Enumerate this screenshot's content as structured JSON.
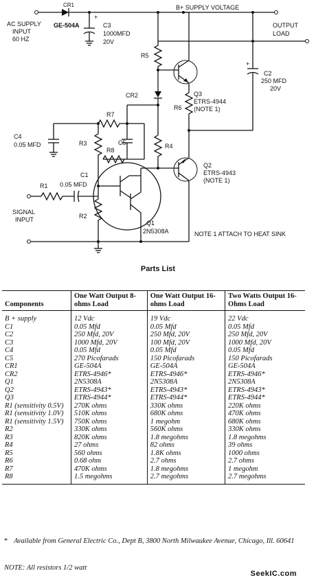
{
  "schematic": {
    "labels": {
      "ac_supply": [
        "AC SUPPLY",
        "INPUT",
        "60 HZ"
      ],
      "cr1": "CR1",
      "cr1_part": "GE-504A",
      "plus": "+",
      "c3": [
        "C3",
        "1000MFD",
        "20V"
      ],
      "b_supply": "B+ SUPPLY VOLTAGE",
      "output_load": [
        "OUTPUT",
        "LOAD"
      ],
      "r5": "R5",
      "c2": [
        "C2",
        "250 MFD",
        "20V"
      ],
      "cr2": "CR2",
      "q3": [
        "Q3",
        "ETRS-4944",
        "(NOTE 1)"
      ],
      "r6": "R6",
      "r7": "R7",
      "c4": [
        "C4",
        "0.05 MFD"
      ],
      "r3": "R3",
      "c5": "C5",
      "r8": "R8",
      "r4": "R4",
      "q2": [
        "Q2",
        "ETRS-4943",
        "(NOTE 1)"
      ],
      "c1": [
        "C1",
        "0.05 MFD"
      ],
      "r1": "R1",
      "signal_input": [
        "SIGNAL",
        "INPUT"
      ],
      "r2": "R2",
      "q1": [
        "Q1",
        "2N5308A"
      ],
      "note1": "NOTE 1 ATTACH TO HEAT SINK"
    }
  },
  "parts_list": {
    "title": "Parts List",
    "headers": [
      "Components",
      "One Watt Output 8-ohms Load",
      "One Watt Output 16-ohms Load",
      "Two Watts Output 16-Ohms Load"
    ],
    "rows": [
      [
        "B + supply",
        "12 Vdc",
        "19 Vdc",
        "22 Vdc"
      ],
      [
        "C1",
        "0.05 Mfd",
        "0.05 Mfd",
        "0.05 Mfd"
      ],
      [
        "C2",
        "250 Mfd, 20V",
        "250 Mfd, 20V",
        "250 Mfd, 20V"
      ],
      [
        "C3",
        "1000 Mfd, 20V",
        "100 Mfd, 20V",
        "1000 Mfd, 20V"
      ],
      [
        "C4",
        "0.05 Mfd",
        "0.05 Mfd",
        "0.05 Mfd"
      ],
      [
        "C5",
        "270 Picofarads",
        "150 Picofarads",
        "150 Picofarads"
      ],
      [
        "CR1",
        "GE-504A",
        "GE-504A",
        "GE-504A"
      ],
      [
        "CR2",
        "ETRS-4946*",
        "ETRS-4946*",
        "ETRS-4946*"
      ],
      [
        "Q1",
        "2N5308A",
        "2N5308A",
        "2N5308A"
      ],
      [
        "Q2",
        "ETRS-4943*",
        "ETRS-4943*",
        "ETRS-4943*"
      ],
      [
        "Q3",
        "ETRS-4944*",
        "ETRS-4944*",
        "ETRS-4944*"
      ],
      [
        "R1 (sensitivity 0.5V)",
        "270K ohms",
        "330K ohms",
        "220K ohms"
      ],
      [
        "R1 (sensitivity 1.0V)",
        "510K ohms",
        "680K ohms",
        "470K ohms"
      ],
      [
        "R1 (sensitivity 1.5V)",
        "750K ohms",
        "1 megohm",
        "680K ohms"
      ],
      [
        "R2",
        "330K ohms",
        "560K ohms",
        "330K ohms"
      ],
      [
        "R3",
        "820K ohms",
        "1.8 megohms",
        "1.8 megohms"
      ],
      [
        "R4",
        "27 ohms",
        "82 ohms",
        "39 ohms"
      ],
      [
        "R5",
        "560 ohms",
        "1.8K ohms",
        "1000 ohms"
      ],
      [
        "R6",
        "0.68 ohm",
        "2.7 ohms",
        "2.7 ohms"
      ],
      [
        "R7",
        "470K ohms",
        "1.8 megohms",
        "1 megohm"
      ],
      [
        "R8",
        "1.5 megohms",
        "2.7 megohms",
        "2.7 megohms"
      ]
    ]
  },
  "footnote": {
    "star": "*",
    "text": "Available from General Electric Co., Dept B, 3800 North Milwaukee Avenue, Chicago, Ill. 60641"
  },
  "note": "NOTE: All resistors 1/2 watt",
  "watermark": "SeekIC.com"
}
